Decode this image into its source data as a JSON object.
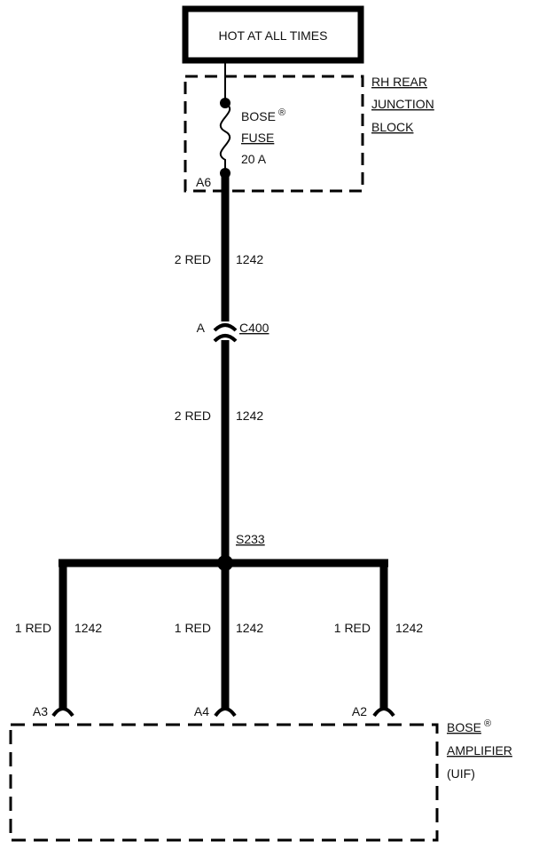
{
  "source_box": {
    "label": "HOT AT ALL TIMES"
  },
  "junction_block": {
    "line1": "RH REAR",
    "line2": "JUNCTION",
    "line3": "BLOCK",
    "fuse_name": "BOSE",
    "fuse_name_mark": "®",
    "fuse_type": "FUSE",
    "fuse_rating": "20 A",
    "pin": "A6"
  },
  "wires": {
    "upper": {
      "gauge_color": "2 RED",
      "circuit": "1242"
    },
    "middle": {
      "gauge_color": "2 RED",
      "circuit": "1242"
    },
    "left": {
      "gauge_color": "1 RED",
      "circuit": "1242"
    },
    "center": {
      "gauge_color": "1 RED",
      "circuit": "1242"
    },
    "right": {
      "gauge_color": "1 RED",
      "circuit": "1242"
    }
  },
  "connector_c400": {
    "pin": "A",
    "name": "C400"
  },
  "splice": {
    "name": "S233"
  },
  "amplifier": {
    "name": "BOSE",
    "name_mark": "®",
    "line2": "AMPLIFIER",
    "line3": "(UIF)",
    "pins": {
      "left": "A3",
      "center": "A4",
      "right": "A2"
    }
  }
}
